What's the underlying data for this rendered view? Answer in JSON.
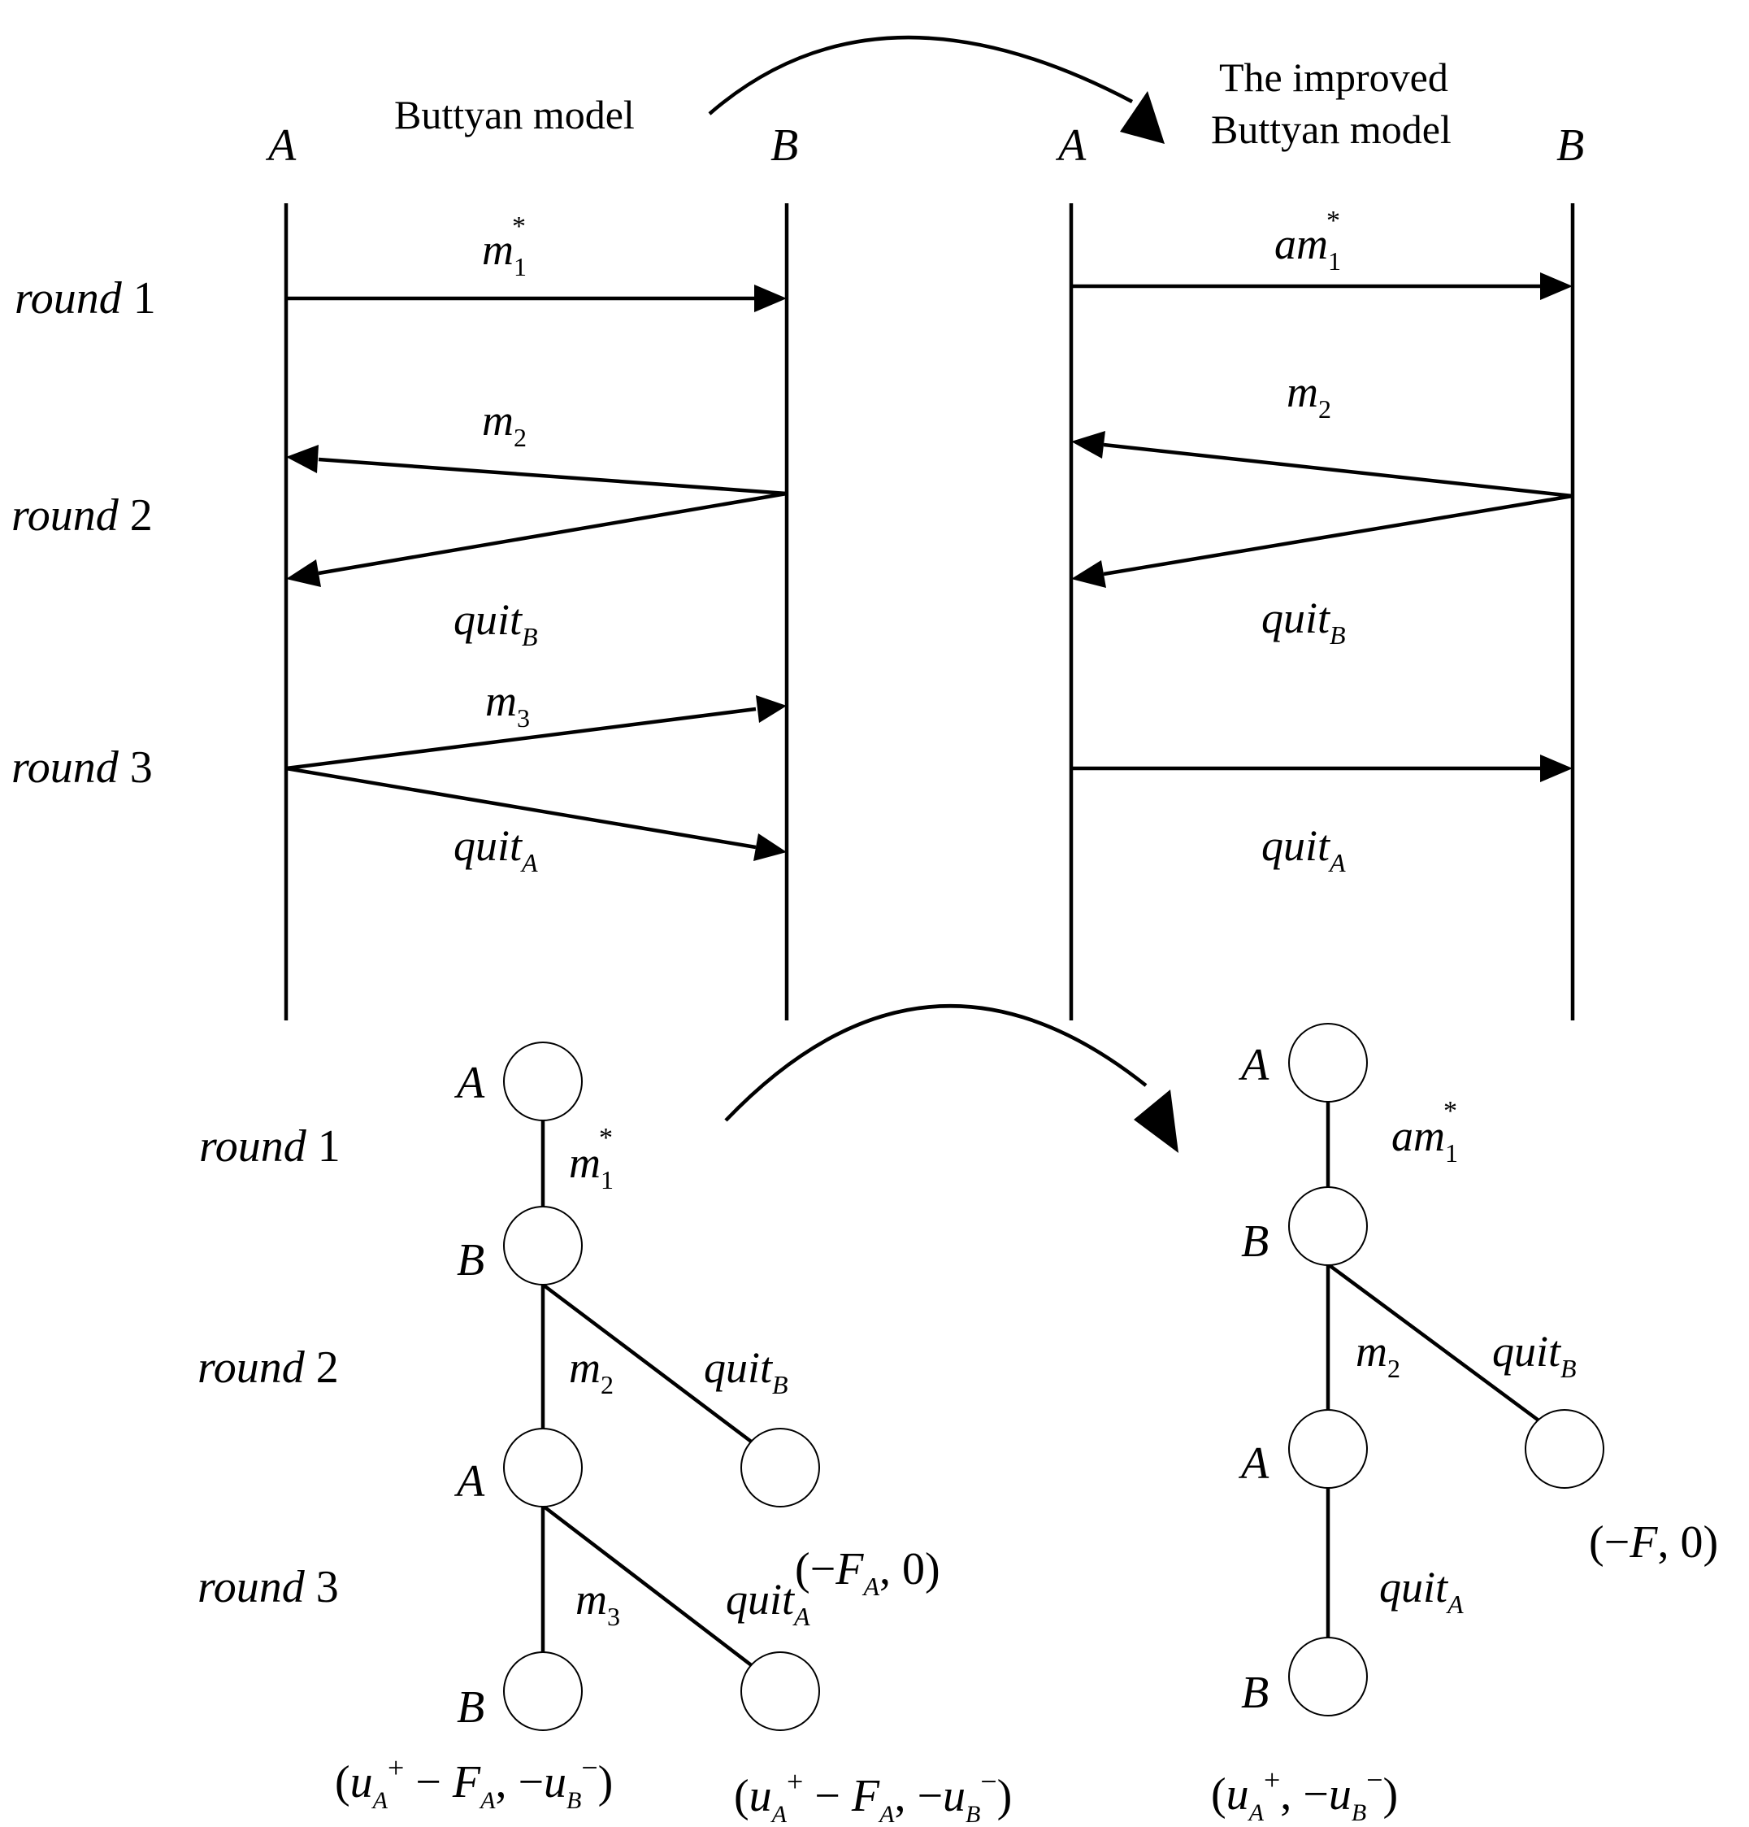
{
  "top": {
    "left_model": {
      "title": "Buttyan model",
      "party_a": "A",
      "party_b": "B",
      "msg1": "m",
      "msg1_sub": "1",
      "msg1_sup": "*",
      "msg2": "m",
      "msg2_sub": "2",
      "quitb": "quit",
      "quitb_sub": "B",
      "msg3": "m",
      "msg3_sub": "3",
      "quita": "quit",
      "quita_sub": "A"
    },
    "right_model": {
      "title_line1": "The improved",
      "title_line2": "Buttyan model",
      "party_a": "A",
      "party_b": "B",
      "msg1": "am",
      "msg1_sub": "1",
      "msg1_sup": "*",
      "msg2": "m",
      "msg2_sub": "2",
      "quitb": "quit",
      "quitb_sub": "B",
      "quita": "quit",
      "quita_sub": "A"
    },
    "rounds": [
      {
        "word": "round",
        "num": "1"
      },
      {
        "word": "round",
        "num": "2"
      },
      {
        "word": "round",
        "num": "3"
      }
    ]
  },
  "bottom": {
    "rounds": [
      {
        "word": "round",
        "num": "1"
      },
      {
        "word": "round",
        "num": "2"
      },
      {
        "word": "round",
        "num": "3"
      }
    ],
    "left_tree": {
      "node1": "A",
      "node2": "B",
      "node3": "A",
      "node4": "B",
      "edge1": "m",
      "edge1_sub": "1",
      "edge1_sup": "*",
      "edge2": "m",
      "edge2_sub": "2",
      "edge_quitb": "quit",
      "edge_quitb_sub": "B",
      "edge3": "m",
      "edge3_sub": "3",
      "edge_quita": "quit",
      "edge_quita_sub": "A"
    },
    "right_tree": {
      "node1": "A",
      "node2": "B",
      "node3": "A",
      "node4": "B",
      "edge1": "am",
      "edge1_sub": "1",
      "edge1_sup": "*",
      "edge2": "m",
      "edge2_sub": "2",
      "edge_quitb": "quit",
      "edge_quitb_sub": "B",
      "edge_quita": "quit",
      "edge_quita_sub": "A"
    },
    "payoffs": {
      "left_quitb": {
        "open": "(−",
        "F": "F",
        "F_sub": "A",
        "close": ", 0)"
      },
      "left_m3": {
        "open": "(",
        "u1": "u",
        "u1_sub": "A",
        "u1_sup": "+",
        "mid": " − ",
        "F": "F",
        "F_sub": "A",
        "comma": ", −",
        "u2": "u",
        "u2_sub": "B",
        "u2_sup": "−",
        "close": ")"
      },
      "left_quita": {
        "open": "(",
        "u1": "u",
        "u1_sub": "A",
        "u1_sup": "+",
        "mid": " − ",
        "F": "F",
        "F_sub": "A",
        "comma": ", −",
        "u2": "u",
        "u2_sub": "B",
        "u2_sup": "−",
        "close": ")"
      },
      "right_quitb": {
        "open": "(−",
        "F": "F",
        "close": ", 0)"
      },
      "right_quita": {
        "open": "(",
        "u1": "u",
        "u1_sub": "A",
        "u1_sup": "+",
        "comma": ", −",
        "u2": "u",
        "u2_sub": "B",
        "u2_sup": "−",
        "close": ")"
      }
    }
  }
}
